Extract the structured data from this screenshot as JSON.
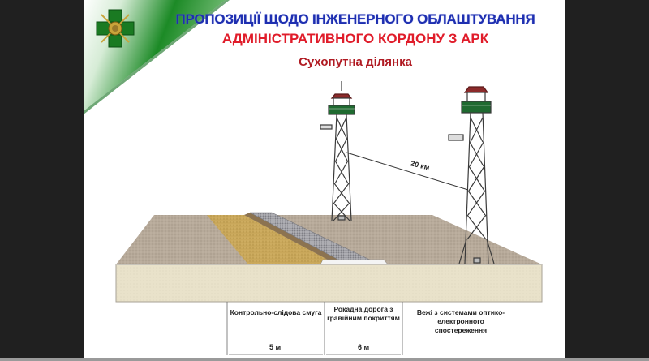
{
  "slide": {
    "title_line1": "ПРОПОЗИЦІЇ ЩОДО ІНЖЕНЕРНОГО ОБЛАШТУВАННЯ",
    "title_line2": "АДМІНІСТРАТИВНОГО КОРДОНУ З АРК",
    "subtitle": "Сухопутна ділянка",
    "emblem": "border-guard-cross-emblem-icon",
    "colors": {
      "title_blue": "#1e2fb0",
      "title_red": "#e01c2a",
      "subtitle_red": "#b01a22",
      "wedge_green": "#1f8a2a",
      "soil": "#b5a898",
      "sand_strip": "#c9a95a",
      "gravel_road": "#9a9a9e",
      "slab_front": "#e8e2cc"
    }
  },
  "diagram": {
    "distance_label": "20 км",
    "columns": [
      {
        "label": "Контрольно-слідова смуга",
        "width_label": "5 м"
      },
      {
        "label": "Рокадна дорога з гравійним покриттям",
        "width_label": "6 м"
      },
      {
        "label": "Вежі з системами оптико-електронного спостереження",
        "width_label": ""
      }
    ]
  }
}
